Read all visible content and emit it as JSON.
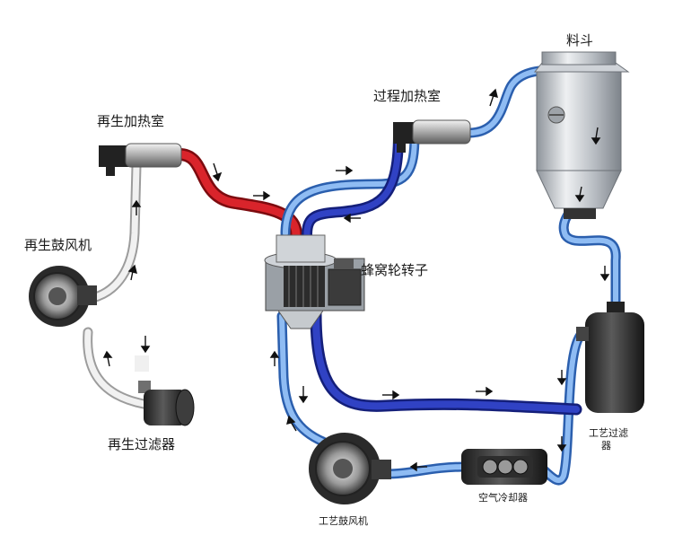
{
  "labels": {
    "hopper": "料斗",
    "process_heater": "过程加热室",
    "regen_heater": "再生加热室",
    "regen_blower": "再生鼓风机",
    "rotor": "蜂窝轮转子",
    "regen_filter": "再生过滤器",
    "process_filter_line1": "工艺过滤",
    "process_filter_line2": "器",
    "air_cooler": "空气冷却器",
    "process_blower": "工艺鼓风机"
  },
  "colors": {
    "process_air": "#3f7fd6",
    "return_air": "#1f2fa8",
    "regen_hot": "#c4161c",
    "regen_air": "#d8d8d8",
    "equipment": "#3a3a3a",
    "hopper_steel": "#b8bcc2"
  }
}
